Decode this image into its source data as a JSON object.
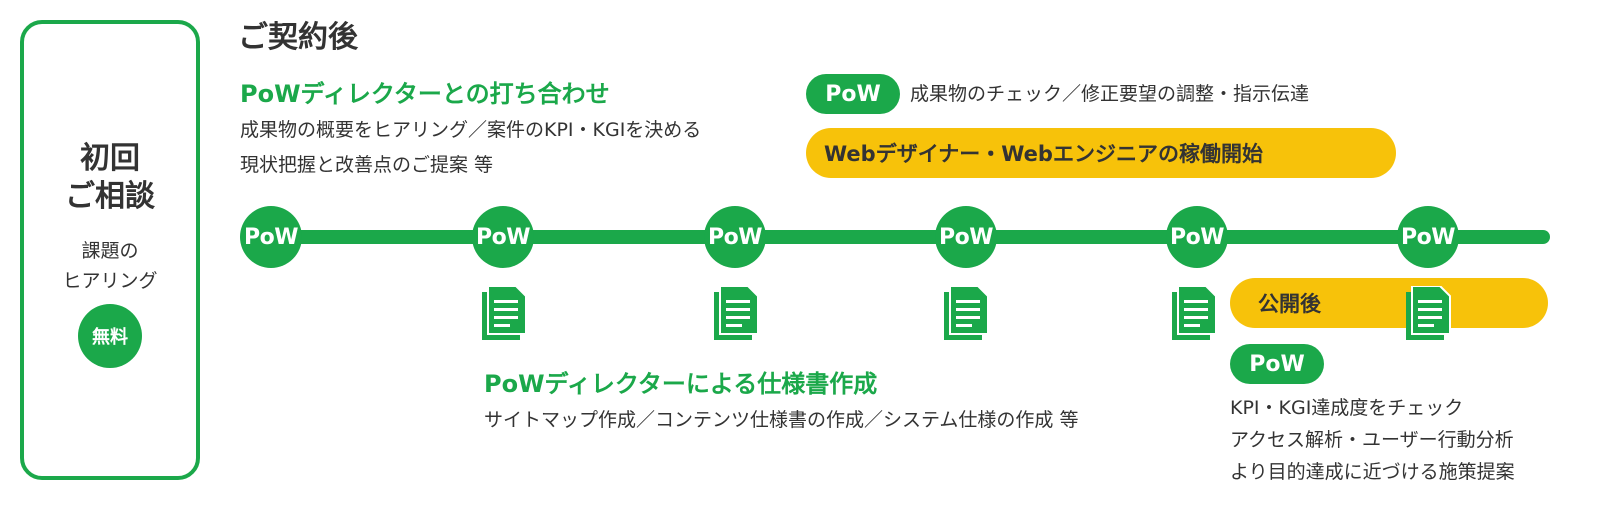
{
  "first_consult": {
    "title_line1": "初回",
    "title_line2": "ご相談",
    "sub_line1": "課題の",
    "sub_line2": "ヒアリング",
    "badge": "無料"
  },
  "after_contract": {
    "title": "ご契約後",
    "meeting_heading": "PoWディレクターとの打ち合わせ",
    "meeting_line1": "成果物の概要をヒアリング／案件のKPI・KGIを決める",
    "meeting_line2": "現状把握と改善点のご提案 等",
    "pow_pill": "PoW",
    "check_text": "成果物のチェック／修正要望の調整・指示伝達",
    "designer_pill": "Webデザイナー・Webエンジニアの稼働開始"
  },
  "timeline": {
    "node_label": "PoW",
    "nodes": [
      "PoW",
      "PoW",
      "PoW",
      "PoW",
      "PoW",
      "PoW"
    ]
  },
  "spec": {
    "heading": "PoWディレクターによる仕様書作成",
    "text": "サイトマップ作成／コンテンツ仕様書の作成／システム仕様の作成 等"
  },
  "after_launch": {
    "label": "公開後",
    "pow_pill": "PoW",
    "line1": "KPI・KGI達成度をチェック",
    "line2": "アクセス解析・ユーザー行動分析",
    "line3": "より目的達成に近づける施策提案"
  },
  "colors": {
    "green": "#1ba84a",
    "yellow": "#f7c20a",
    "text": "#333333"
  },
  "icons": {
    "document": "document-icon"
  }
}
